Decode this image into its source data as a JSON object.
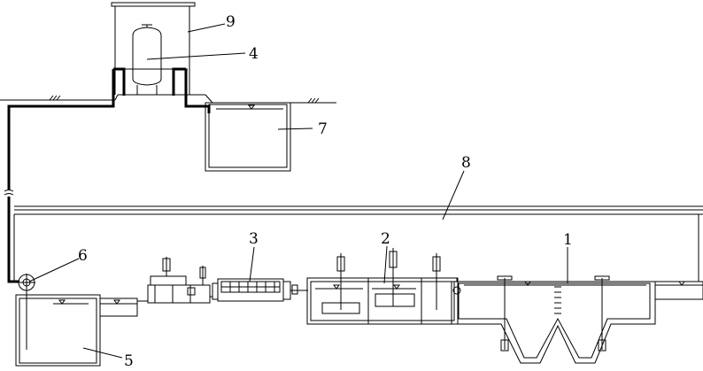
{
  "labels": {
    "tank1": "1",
    "tank2": "2",
    "unit3": "3",
    "vessel4": "4",
    "sump5": "5",
    "pump6": "6",
    "pit7": "7",
    "pipe8": "8",
    "house9": "9"
  }
}
